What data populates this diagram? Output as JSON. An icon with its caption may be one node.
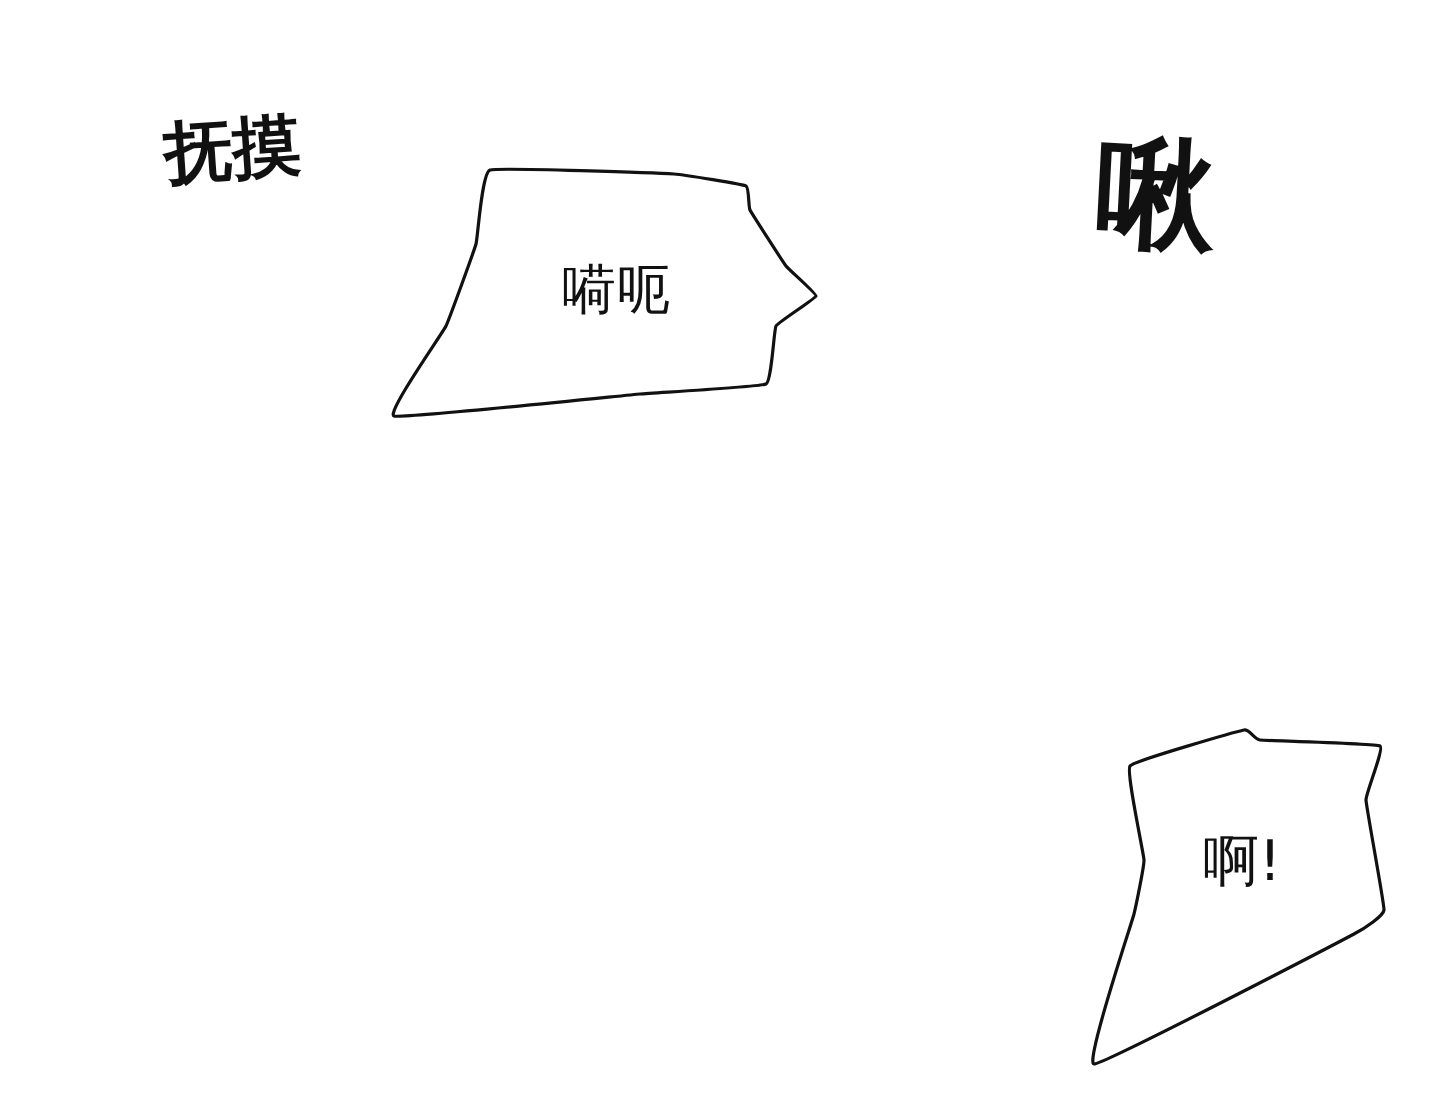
{
  "diagram": {
    "nodes": [
      {
        "text": [
          "嗬呃"
        ]
      },
      {
        "text": [
          "啊!"
        ]
      }
    ],
    "labels": [
      "抚摸",
      "啾"
    ]
  }
}
